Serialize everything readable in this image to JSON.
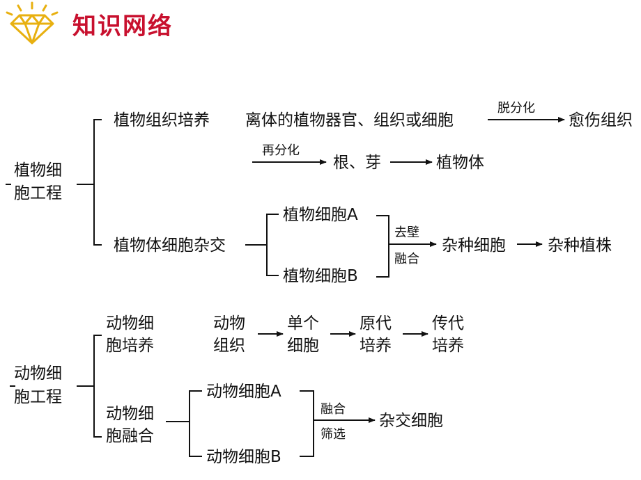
{
  "header": {
    "title": "知识网络",
    "icon": "diamond-icon",
    "colors": {
      "title": "#c8102e",
      "icon": "#e8b010"
    }
  },
  "plant": {
    "root_line1": "植物细",
    "root_line2": "胞工程",
    "tissue_culture": {
      "label": "植物组织培养",
      "source": "离体的植物器官、组织或细胞",
      "arrow1_label": "脱分化",
      "callus": "愈伤组织",
      "arrow2_label": "再分化",
      "roots_buds": "根、芽",
      "plant_body": "植物体"
    },
    "hybridization": {
      "label": "植物体细胞杂交",
      "cell_a": "植物细胞A",
      "cell_b": "植物细胞B",
      "step1": "去壁",
      "step2": "融合",
      "hybrid_cell": "杂种细胞",
      "hybrid_plant": "杂种植株"
    }
  },
  "animal": {
    "root_line1": "动物细",
    "root_line2": "胞工程",
    "culture": {
      "label_line1": "动物细",
      "label_line2": "胞培养",
      "tissue_line1": "动物",
      "tissue_line2": "组织",
      "single_line1": "单个",
      "single_line2": "细胞",
      "primary_line1": "原代",
      "primary_line2": "培养",
      "passage_line1": "传代",
      "passage_line2": "培养"
    },
    "fusion": {
      "label_line1": "动物细",
      "label_line2": "胞融合",
      "cell_a": "动物细胞A",
      "cell_b": "动物细胞B",
      "step1": "融合",
      "step2": "筛选",
      "hybrid_cell": "杂交细胞"
    }
  }
}
